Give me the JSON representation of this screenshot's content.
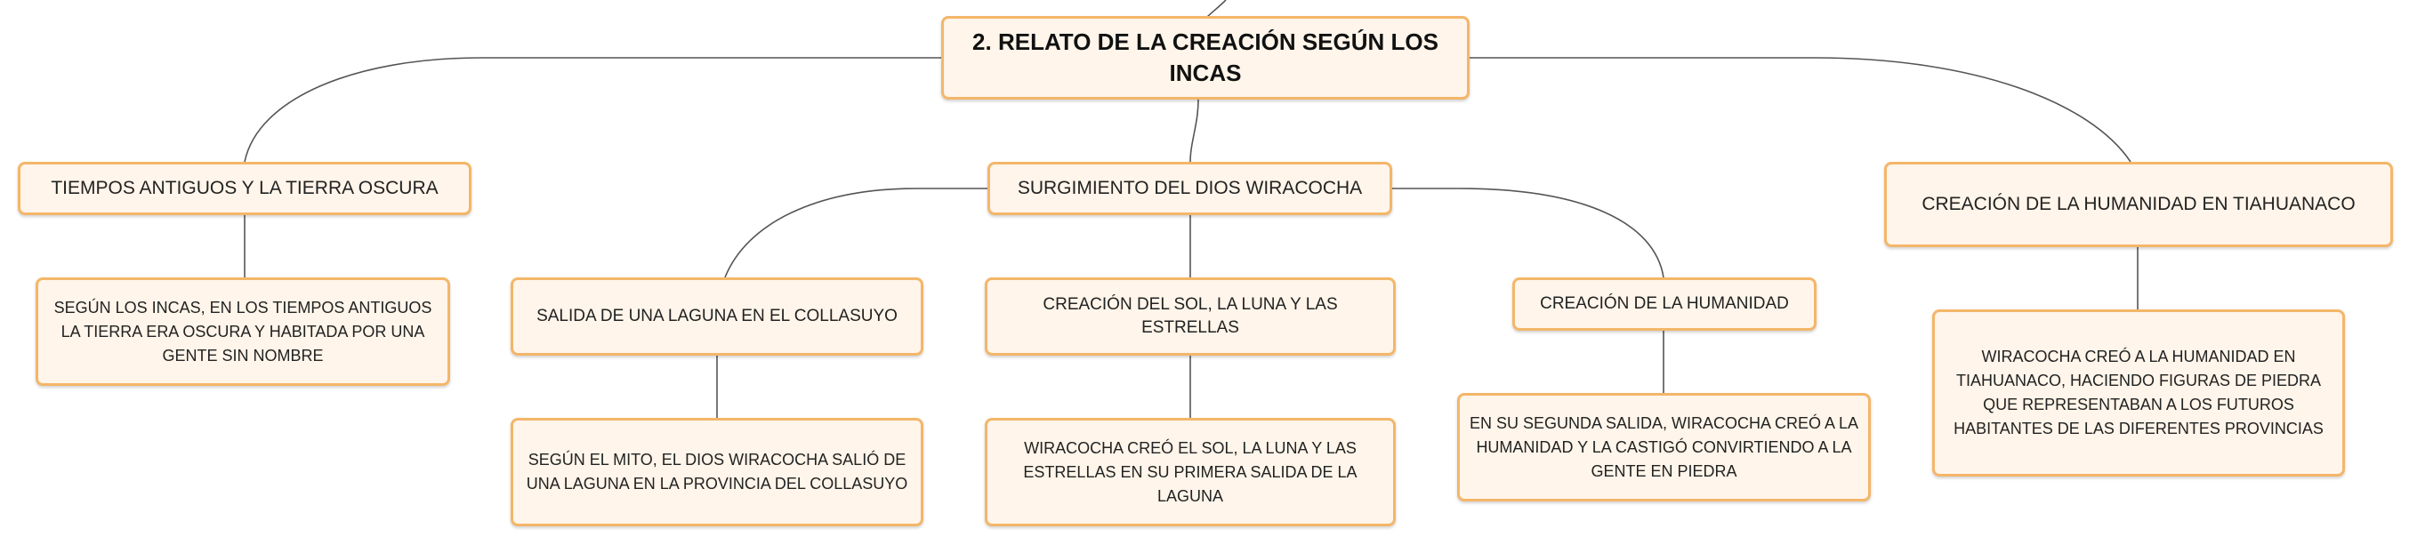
{
  "colors": {
    "node_fill": "#fff5ea",
    "node_border": "#f4b66a",
    "connector": "#555555"
  },
  "mindmap": {
    "root": "2. RELATO DE LA CREACIÓN SEGÚN LOS INCAS",
    "branches": [
      {
        "label": "TIEMPOS ANTIGUOS Y LA TIERRA OSCURA",
        "detail": "SEGÚN LOS INCAS, EN LOS TIEMPOS ANTIGUOS LA TIERRA ERA OSCURA Y HABITADA POR UNA GENTE SIN NOMBRE"
      },
      {
        "label": "SURGIMIENTO DEL DIOS WIRACOCHA",
        "children": [
          {
            "label": "SALIDA DE UNA LAGUNA EN EL COLLASUYO",
            "detail": "SEGÚN EL MITO, EL DIOS WIRACOCHA SALIÓ DE UNA LAGUNA EN LA PROVINCIA DEL COLLASUYO"
          },
          {
            "label": "CREACIÓN DEL SOL, LA LUNA Y LAS ESTRELLAS",
            "detail": "WIRACOCHA CREÓ EL SOL, LA LUNA Y LAS ESTRELLAS EN SU PRIMERA SALIDA DE LA LAGUNA"
          },
          {
            "label": "CREACIÓN DE LA HUMANIDAD",
            "detail": "EN SU SEGUNDA SALIDA, WIRACOCHA CREÓ A LA HUMANIDAD Y LA CASTIGÓ CONVIRTIENDO A LA GENTE EN PIEDRA"
          }
        ]
      },
      {
        "label": "CREACIÓN DE LA HUMANIDAD EN TIAHUANACO",
        "detail": "WIRACOCHA CREÓ A LA HUMANIDAD EN TIAHUANACO, HACIENDO FIGURAS DE PIEDRA QUE REPRESENTABAN A LOS FUTUROS HABITANTES DE LAS DIFERENTES PROVINCIAS"
      }
    ]
  }
}
